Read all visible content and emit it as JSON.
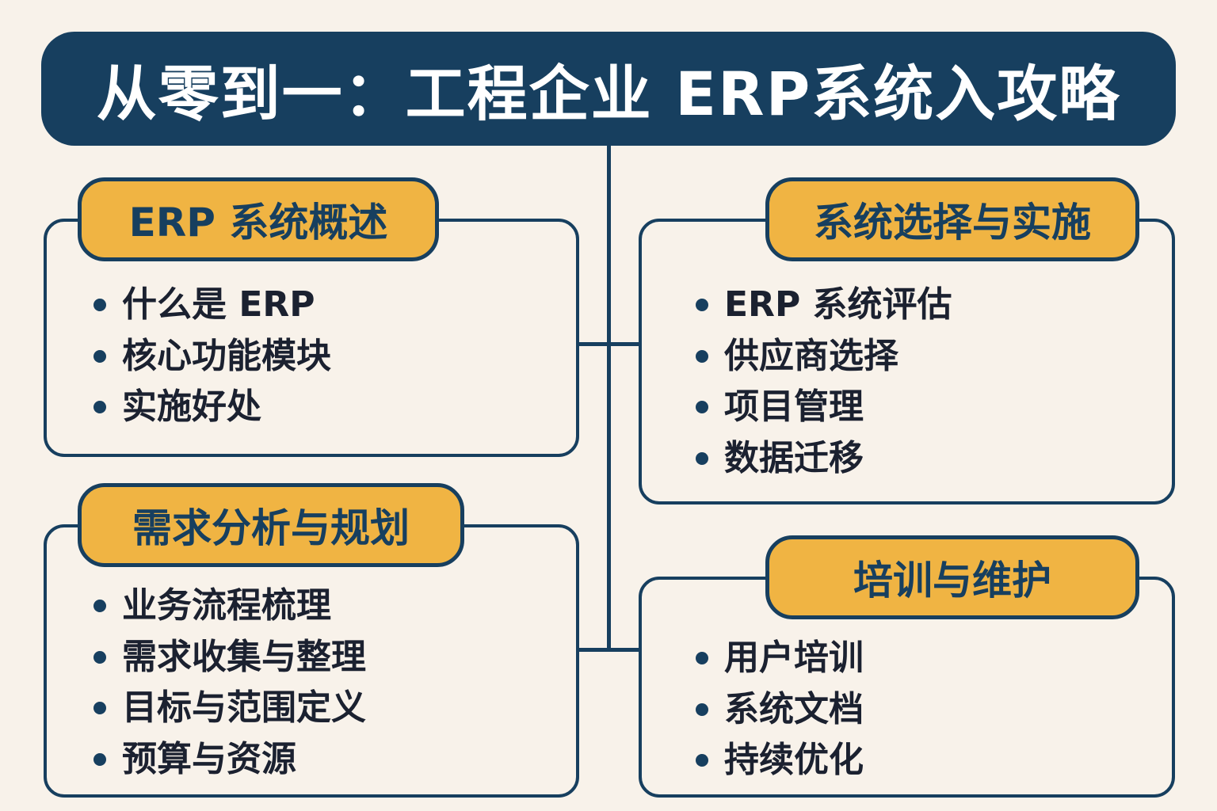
{
  "title": "从零到一：工程企业 ERP系统入攻略",
  "colors": {
    "navy": "#173f5f",
    "accent": "#f0b443",
    "background": "#f8f2ea"
  },
  "sections": [
    {
      "title": "ERP 系统概述",
      "items": [
        "什么是 ERP",
        "核心功能模块",
        "实施好处"
      ]
    },
    {
      "title": "系统选择与实施",
      "items": [
        "ERP 系统评估",
        "供应商选择",
        "项目管理",
        "数据迁移"
      ]
    },
    {
      "title": "需求分析与规划",
      "items": [
        "业务流程梳理",
        "需求收集与整理",
        "目标与范围定义",
        "预算与资源"
      ]
    },
    {
      "title": "培训与维护",
      "items": [
        "用户培训",
        "系统文档",
        "持续优化"
      ]
    }
  ]
}
